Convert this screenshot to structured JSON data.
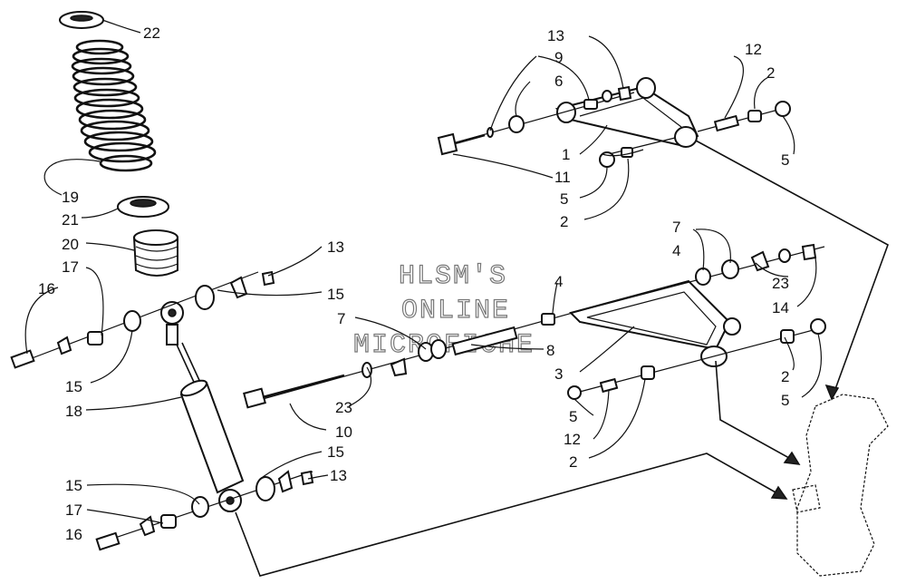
{
  "watermark": [
    "HLSM'S",
    "ONLINE",
    "MICROFICHE"
  ],
  "callouts": {
    "c22": "22",
    "c19": "19",
    "c21": "21",
    "c20": "20",
    "c17a": "17",
    "c16a": "16",
    "c15a": "15",
    "c18": "18",
    "c15b": "15",
    "c17b": "17",
    "c16b": "16",
    "c13a": "13",
    "c15c": "15",
    "c15d": "15",
    "c13b": "13",
    "c7a": "7",
    "c23a": "23",
    "c10": "10",
    "c8": "8",
    "c4a": "4",
    "c3": "3",
    "c7b": "7",
    "c4b": "4",
    "c23b": "23",
    "c14": "14",
    "c2a": "2",
    "c5a": "5",
    "c5b": "5",
    "c12a": "12",
    "c2b": "2",
    "c13c": "13",
    "c9": "9",
    "c6": "6",
    "c1": "1",
    "c11": "11",
    "c5c": "5",
    "c2c": "2",
    "c12b": "12",
    "c2d": "2",
    "c5d": "5"
  }
}
